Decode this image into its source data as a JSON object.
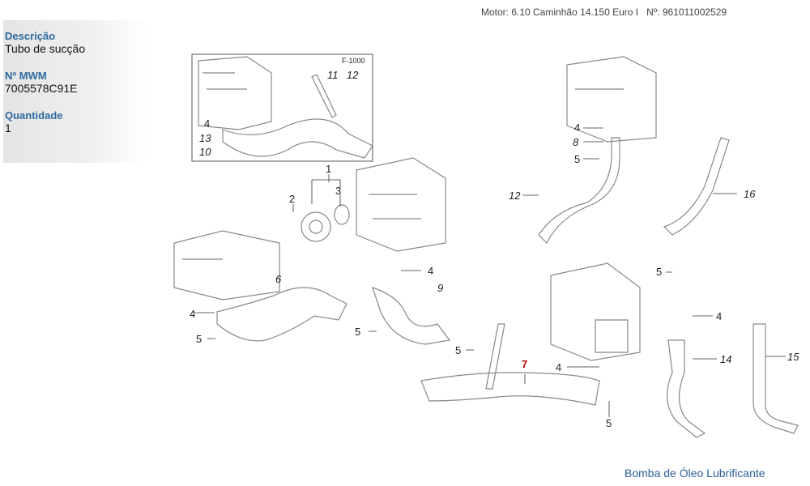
{
  "header": {
    "engine": "Motor: 6.10 Caminhão 14.150 Euro I",
    "number_label": "Nº:",
    "number": "961011002529"
  },
  "info": {
    "description_label": "Descrição",
    "description": "Tubo de sucção",
    "mwm_label": "Nº MWM",
    "mwm": "7005578C91E",
    "quantity_label": "Quantidade",
    "quantity": "1"
  },
  "callouts": [
    "F-1000",
    "11",
    "12",
    "4",
    "13",
    "10",
    "1",
    "2",
    "3",
    "4",
    "8",
    "5",
    "12",
    "16",
    "6",
    "4",
    "5",
    "4",
    "9",
    "5",
    "5",
    "4",
    "14",
    "15",
    "5",
    "7",
    "4",
    "5"
  ],
  "footer": {
    "title": "Bomba de Óleo Lubrificante"
  },
  "colors": {
    "label": "#2d6aa0",
    "highlight": "#cc0000",
    "footer": "#2d5f99"
  }
}
